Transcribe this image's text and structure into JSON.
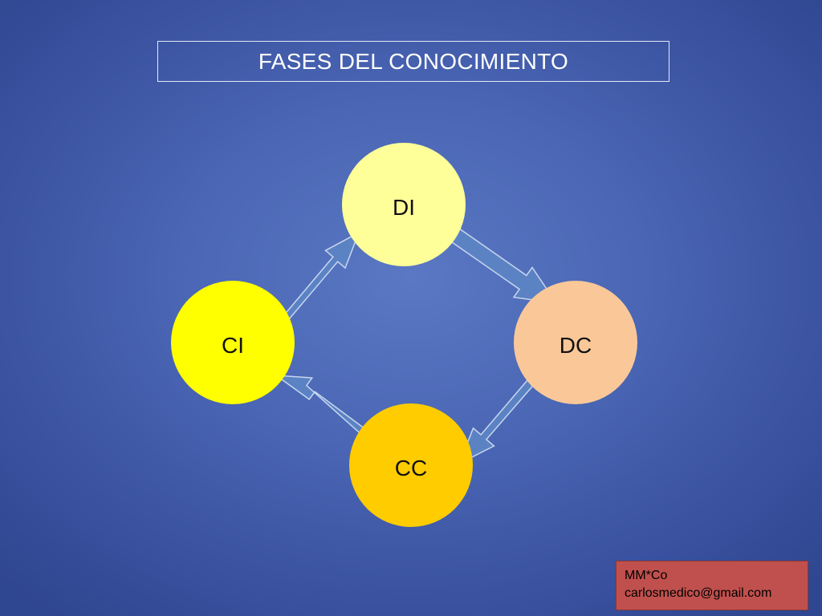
{
  "title": "FASES DEL CONOCIMIENTO",
  "nodes": {
    "di": {
      "label": "DI",
      "color": "#ffff99"
    },
    "dc": {
      "label": "DC",
      "color": "#fac898"
    },
    "cc": {
      "label": "CC",
      "color": "#ffcc00"
    },
    "ci": {
      "label": "CI",
      "color": "#ffff00"
    }
  },
  "edges": [
    {
      "from": "CI",
      "to": "DI"
    },
    {
      "from": "DI",
      "to": "DC"
    },
    {
      "from": "DC",
      "to": "CC"
    },
    {
      "from": "CC",
      "to": "CI"
    }
  ],
  "footer": {
    "line1": "MM*Co",
    "line2": "carlosmedico@gmail.com"
  },
  "colors": {
    "background": "#4a66b4",
    "arrow_fill": "#5b83c4",
    "footer_background": "#c0504d"
  }
}
